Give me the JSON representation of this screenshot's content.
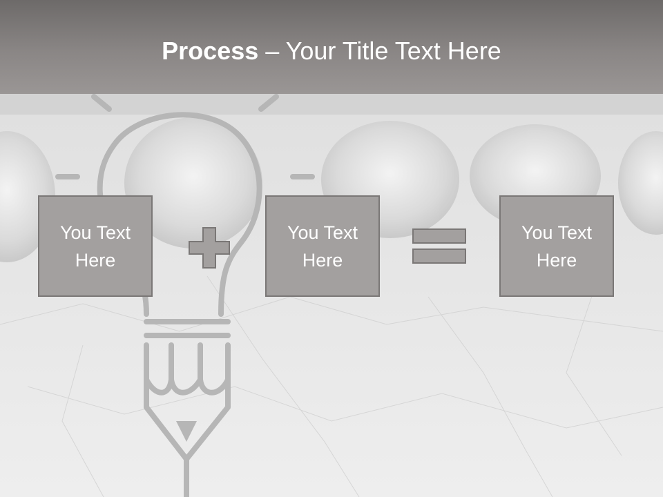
{
  "slide": {
    "title_bold": "Process",
    "title_rest": " – Your Title Text Here",
    "boxes": [
      {
        "text": "You Text Here"
      },
      {
        "text": "You Text Here"
      },
      {
        "text": "You Text Here"
      }
    ],
    "operators": [
      "plus-icon",
      "equals-icon"
    ]
  },
  "colors": {
    "title_bar": "#7d7978",
    "box_fill": "#a3a09f",
    "box_border": "#7a7776",
    "text": "#ffffff",
    "background": "#e6e6e6"
  }
}
